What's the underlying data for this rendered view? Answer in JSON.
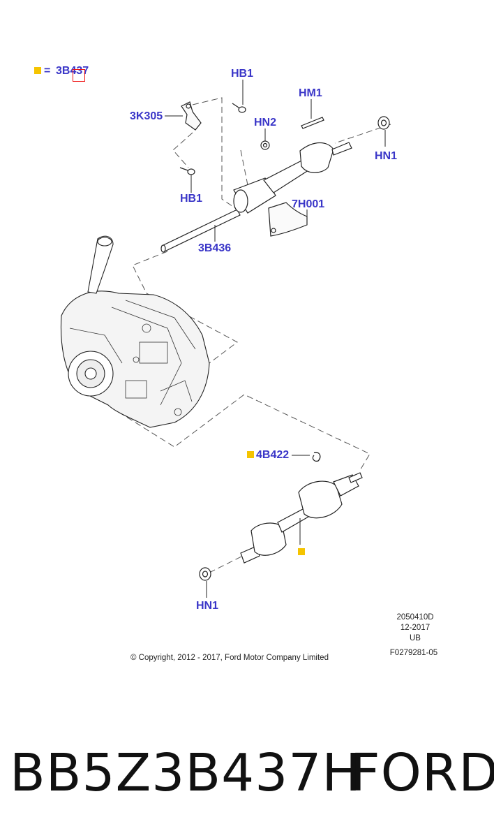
{
  "legend": {
    "equals": "=",
    "part": "3B437",
    "marker_color": "#f5c400"
  },
  "callouts": {
    "hb1_top": "HB1",
    "hm1": "HM1",
    "k3305": "3K305",
    "hn2": "HN2",
    "hn1_top": "HN1",
    "hb1_mid": "HB1",
    "h7001": "7H001",
    "b3436": "3B436",
    "b4422": "4B422",
    "hn1_bottom": "HN1"
  },
  "meta": {
    "code": "2050410D",
    "date": "12-2017",
    "region": "UB",
    "copyright": "© Copyright, 2012 - 2017, Ford Motor Company Limited",
    "figure": "F0279281-05"
  },
  "footer": {
    "part_number": "BB5Z3B437H",
    "brand": "FORD"
  },
  "colors": {
    "callout": "#3a36c8",
    "highlight": "#f5c400",
    "selection": "#e11111"
  }
}
